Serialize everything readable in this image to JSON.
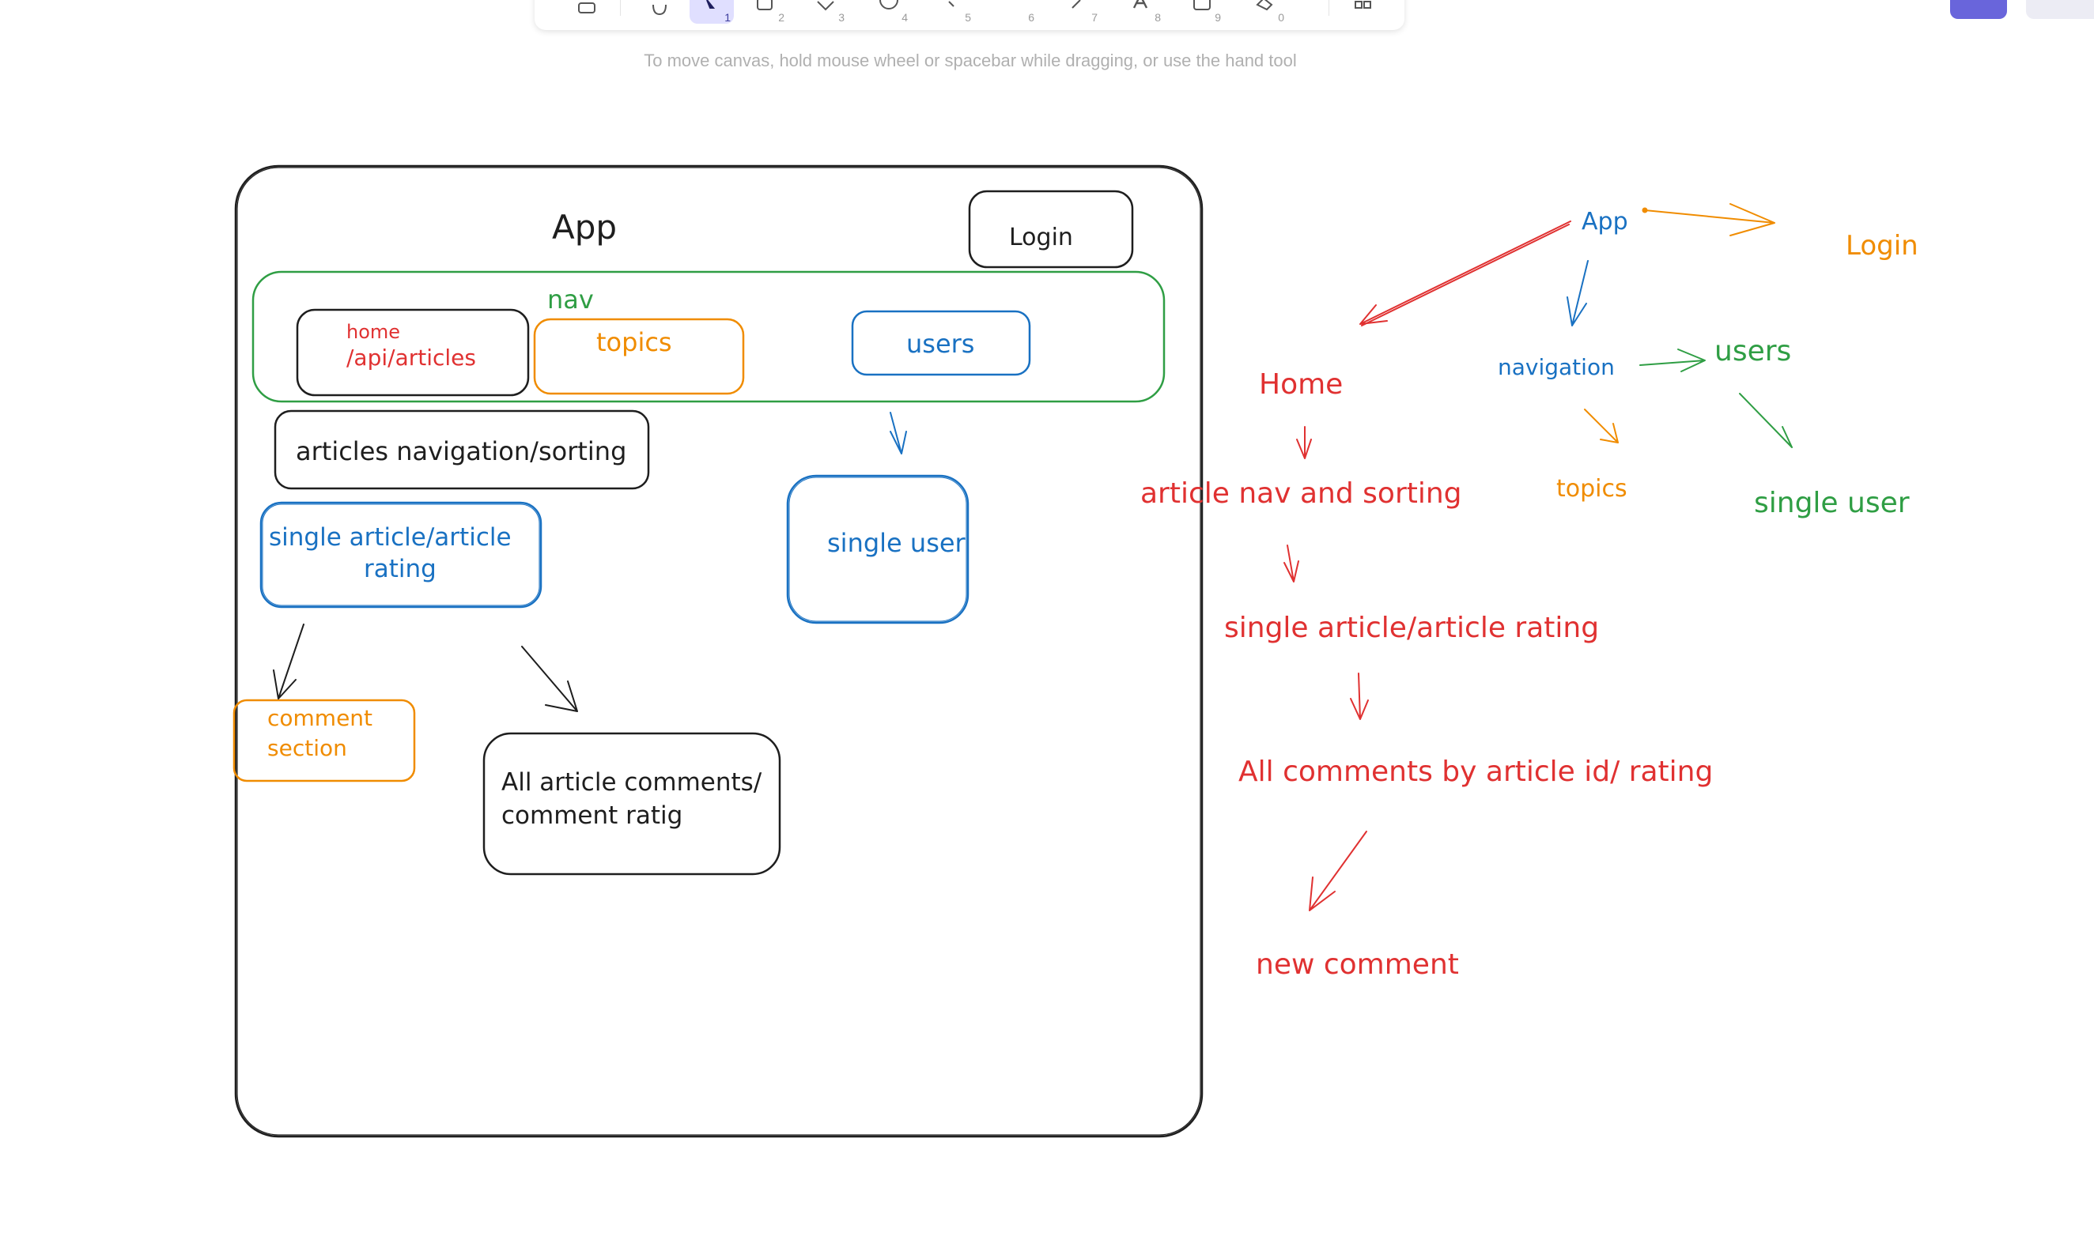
{
  "toolbar": {
    "tools": [
      {
        "name": "lock",
        "key": ""
      },
      {
        "name": "hand",
        "key": ""
      },
      {
        "name": "selection",
        "key": "1"
      },
      {
        "name": "rectangle",
        "key": "2"
      },
      {
        "name": "diamond",
        "key": "3"
      },
      {
        "name": "ellipse",
        "key": "4"
      },
      {
        "name": "arrow",
        "key": "5"
      },
      {
        "name": "line",
        "key": "6"
      },
      {
        "name": "draw",
        "key": "7"
      },
      {
        "name": "text",
        "key": "8"
      },
      {
        "name": "image",
        "key": "9"
      },
      {
        "name": "eraser",
        "key": "0"
      },
      {
        "name": "more-tools",
        "key": ""
      }
    ]
  },
  "hint": "To move canvas, hold mouse wheel or spacebar while dragging, or use the hand tool",
  "wireframe": {
    "app_title": "App",
    "login": "Login",
    "nav_label": "nav",
    "home_line1": "home",
    "home_line2": "/api/articles",
    "topics": "topics",
    "users": "users",
    "articles_nav": "articles navigation/sorting",
    "single_article_line1": "single article/article",
    "single_article_line2": "rating",
    "single_user": "single user",
    "comment_line1": "comment",
    "comment_line2": "section",
    "all_comments_line1": "All article comments/",
    "all_comments_line2": "comment ratig"
  },
  "tree": {
    "app": "App",
    "login": "Login",
    "home": "Home",
    "navigation": "navigation",
    "users": "users",
    "topics": "topics",
    "single_user": "single user",
    "article_nav": "article nav and sorting",
    "single_article": "single article/article rating",
    "all_comments": "All comments by article id/ rating",
    "new_comment": "new comment"
  },
  "colors": {
    "black": "#1e1e1e",
    "red": "#e03131",
    "green": "#2f9e44",
    "blue": "#1971c2",
    "orange": "#f08c00",
    "accent": "#6965db"
  }
}
